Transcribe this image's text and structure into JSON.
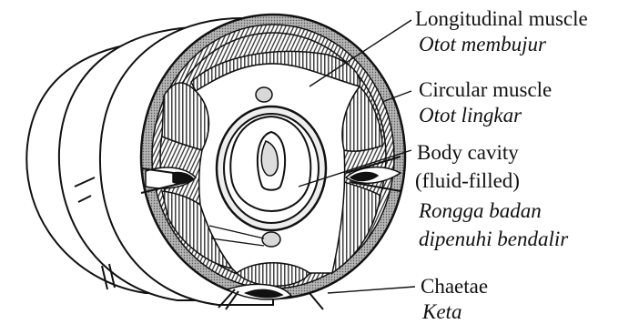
{
  "labels": {
    "longitudinal": {
      "en": "Longitudinal muscle",
      "ms": "Otot membujur"
    },
    "circular": {
      "en": "Circular muscle",
      "ms": "Otot lingkar"
    },
    "body_cavity": {
      "en_line1": "Body cavity",
      "en_line2": "(fluid-filled)",
      "ms_line1": "Rongga badan",
      "ms_line2": "dipenuhi bendalir"
    },
    "chaetae": {
      "en": "Chaetae",
      "ms": "Keta"
    }
  },
  "colors": {
    "ink": "#111111",
    "paper": "#ffffff",
    "epidermis": "#9a9a9a",
    "muscle_fill": "#d8d8d8",
    "gut_fill": "#eeeeee"
  }
}
